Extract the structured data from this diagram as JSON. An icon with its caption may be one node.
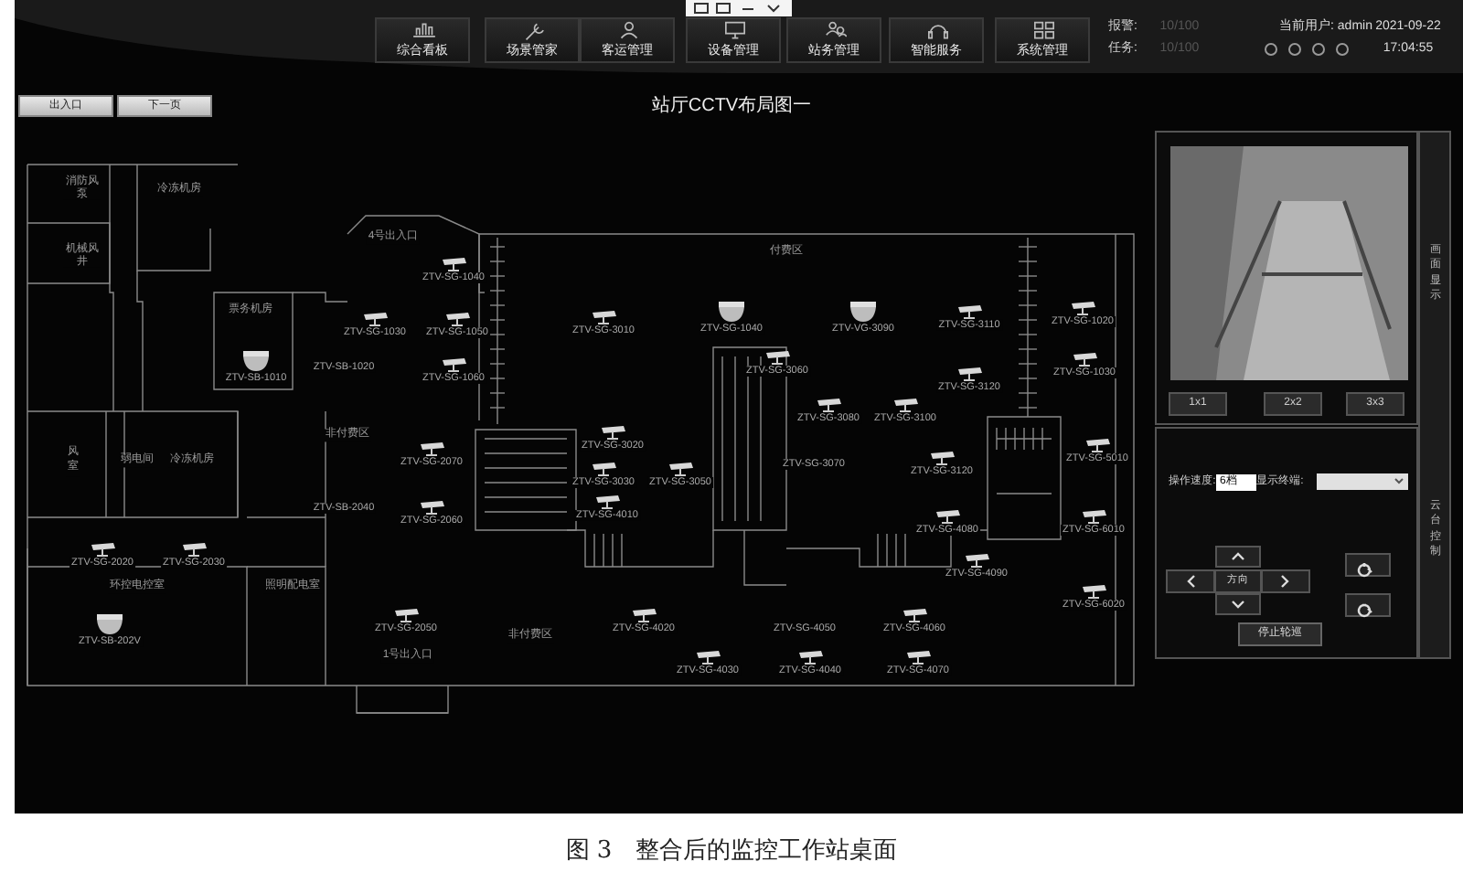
{
  "diagram": {
    "title": "站厅CCTV布局图一",
    "caption": "图 3　整合后的监控工作站桌面",
    "labels": [
      "综合看板",
      "场景管家",
      "客运管理",
      "设备管理",
      "站务管理",
      "智能服务",
      "系统管理",
      "报警:",
      "10/100",
      "任务:",
      "10/100",
      "当前用户: admin",
      "2021-09-22",
      "17:04:55",
      "出入口",
      "下一页",
      "消防风泵",
      "机械风井",
      "冷冻机房",
      "4号出入口",
      "票务机房",
      "ZTV-SB-1010",
      "ZTV-SG-1040",
      "ZTV-SG-1030",
      "ZTV-SG-1050",
      "ZTV-SB-1020",
      "ZTV-SG-1060",
      "付费区",
      "ZTV-SG-3010",
      "ZTV-SG-1040",
      "ZTV-VG-3090",
      "ZTV-SG-3110",
      "ZTV-SG-1020",
      "ZTV-SG-3060",
      "ZTV-SG-3120",
      "ZTV-SG-1030",
      "ZTV-SG-3080",
      "ZTV-SG-3100",
      "非付费区",
      "ZTV-SG-2070",
      "风室",
      "弱电间",
      "冷冻机房",
      "ZTV-SG-3020",
      "ZTV-SG-3070",
      "ZTV-SG-3120",
      "ZTV-SG-5010",
      "ZTV-SG-3030",
      "ZTV-SG-3050",
      "ZTV-SB-2040",
      "ZTV-SG-2060",
      "ZTV-SG-4010",
      "ZTV-SG-4080",
      "ZTV-SG-6010",
      "ZTV-SG-2020",
      "ZTV-SG-2030",
      "ZTV-SG-4090",
      "环控电控室",
      "照明配电室",
      "ZTV-SG-6020",
      "ZTV-SG-2050",
      "ZTV-SG-4020",
      "ZTV-SG-4050",
      "ZTV-SG-4060",
      "非付费区",
      "ZTV-SB-202V",
      "1号出入口",
      "ZTV-SG-4030",
      "ZTV-SG-4040",
      "ZTV-SG-4070",
      "画面显示",
      "1x1",
      "2x2",
      "3x3",
      "操作速度:",
      "6档",
      "显示终端:",
      "方向",
      "停止轮巡",
      "云台控制"
    ]
  }
}
